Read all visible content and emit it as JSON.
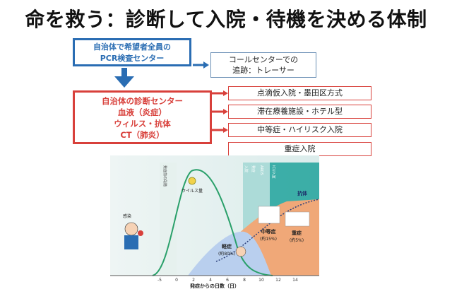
{
  "title": "命を救う：診断して入院・待機を決める体制",
  "blue_box": {
    "line1": "自治体で希望者全員の",
    "line2": "PCR検査センター"
  },
  "gray_box": {
    "line1": "コールセンターでの",
    "line2": "追跡：トレーサー"
  },
  "red_box": {
    "line1": "自治体の診断センター",
    "line2": "血液（炎症）",
    "line3": "ウィルス・抗体",
    "line4": "CT（肺炎）"
  },
  "options": [
    "点滴仮入院・墨田区方式",
    "滞在療養施設・ホテル型",
    "中等症・ハイリスク入院",
    "重症入院"
  ],
  "colors": {
    "blue": "#2a6db3",
    "red": "#d8403b",
    "teal": "#2aa6a0",
    "orange": "#f0a878",
    "lightblue": "#b9cfee"
  },
  "chart_data": {
    "type": "diagram",
    "xlabel": "発症からの日数（日）",
    "x_ticks": [
      "-5",
      "0",
      "2",
      "4",
      "6",
      "8",
      "10",
      "12",
      "14"
    ],
    "vertical_labels": [
      "発症前の段階",
      "入院",
      "発症",
      "ARDS",
      "ICU入室"
    ],
    "labels": {
      "virus": "ウイルス量",
      "antibody": "抗体",
      "infection": "感染",
      "mild": "軽症",
      "mild_pct": "(約80%)",
      "moderate": "中等症",
      "moderate_pct": "(約15%)",
      "severe": "重症",
      "severe_pct": "(約5%)"
    }
  }
}
